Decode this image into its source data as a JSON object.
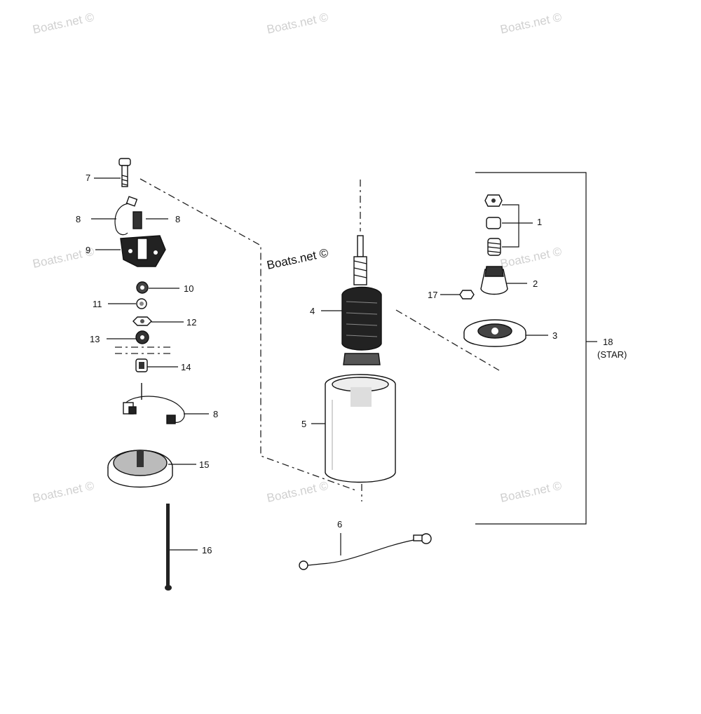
{
  "watermark": "Boats.net ©",
  "center_watermark": "Boats.net ©",
  "callouts": {
    "c1": "1",
    "c2": "2",
    "c3": "3",
    "c4": "4",
    "c5": "5",
    "c6": "6",
    "c7": "7",
    "c8a": "8",
    "c8b": "8",
    "c8c": "8",
    "c9": "9",
    "c10": "10",
    "c11": "11",
    "c12": "12",
    "c13": "13",
    "c14": "14",
    "c15": "15",
    "c16": "16",
    "c17": "17",
    "c18": "18",
    "c18_note": "(STAR)"
  }
}
